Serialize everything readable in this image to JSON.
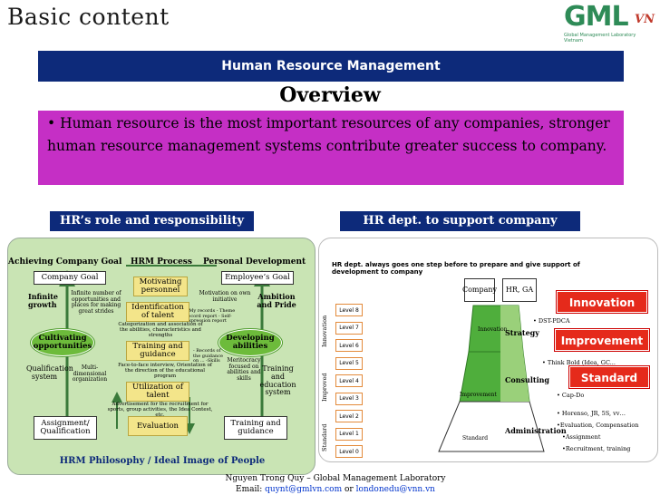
{
  "title": "Basic content",
  "logo": {
    "text": "GML",
    "accent": "VN",
    "tagline": "Global Management Laboratory Vietnam"
  },
  "banner": "Human Resource Management",
  "overview": "Overview",
  "statement": "• Human resource is the most important resources of any companies, stronger human resource management systems contribute greater success to company.",
  "left_header": "HR’s role and responsibility",
  "right_header": "HR dept. to support company",
  "left": {
    "col_achieving": "Achieving Company Goal",
    "col_process": "HRM Process",
    "col_personal": "Personal Development",
    "company_goal": "Company Goal",
    "employee_goal": "Employee’s Goal",
    "infinite_growth": "Infinite growth",
    "infinite_note": "Infinite number of opportunities and places for making great strides",
    "ambition": "Ambition and Pride",
    "motivation_note": "Motivation on own initiative",
    "records_note": "- My records - Theme record report - Self-expression report",
    "cultivating": "Cultivating opportunities",
    "developing": "Developing abilities",
    "qualification_system": "Qualification system",
    "multi_org": "Multi-dimensional organization",
    "training_system": "Training and education system",
    "meritocracy": "Meritocracy focused on abilities and skills",
    "records_guidance": "- Records of the guidance on ... -Skills",
    "categorization": "Categorization and association of the abilities, characteristics and strengths",
    "face_to_face": "Face-to-face interview, Orientation of the direction of the educational program",
    "advertisement": "Advertisement for the recruitment for sports, group activities, the Idea Contest, etc.",
    "motivating": "Motivating personnel",
    "identification": "Identification of talent",
    "training_guidance": "Training and guidance",
    "utilization": "Utilization of talent",
    "evaluation": "Evaluation",
    "assignment": "Assignment/ Qualification",
    "training_guidance_box": "Training and guidance",
    "philosophy": "HRM Philosophy / Ideal Image of People"
  },
  "right": {
    "intro": "HR dept. always goes one step before to prepare and give support of development to company",
    "tab_company": "Company",
    "tab_hr": "HR, GA",
    "side_innovation": "Innovation",
    "side_improved": "Improved",
    "side_standard": "Standard",
    "levels": [
      "Level 8",
      "Level 7",
      "Level 6",
      "Level 5",
      "Level 4",
      "Level 3",
      "Level 2",
      "Level 1",
      "Level 0"
    ],
    "pyr_innovation": "Innovation",
    "pyr_strategy": "Strategy",
    "pyr_improvement": "Improvement",
    "pyr_consulting": "Consulting",
    "pyr_standard": "Standard",
    "pyr_administration": "Administration",
    "bullet_dst": "•  DST-PDCA",
    "bullet_think": "•  Think Bold (Idea, GC...",
    "bullet_capdo": "•  Cap-Do",
    "bullet_horenso": "•  Horenso, JR, 5S, vv…",
    "bullet_eval": "•Evaluation, Compensation",
    "bullet_assign": "•Assignment",
    "bullet_recruit": "•Recruitment, training",
    "label_innovation": "Innovation",
    "label_improvement": "Improvement",
    "label_standard": "Standard"
  },
  "footer": {
    "line1": "Nguyen Trong Quy – Global Management Laboratory",
    "email_prefix": "Email: ",
    "email1": "quynt@gmlvn.com",
    "or": " or ",
    "email2": "londonedu@vnn.vn"
  },
  "colors": {
    "banner": "#0d2a7a",
    "statement_bg": "#c52fc5",
    "panel_green": "#c9e4b4",
    "label_red": "#e52a1b",
    "pyramid_green": "#3fa535"
  }
}
